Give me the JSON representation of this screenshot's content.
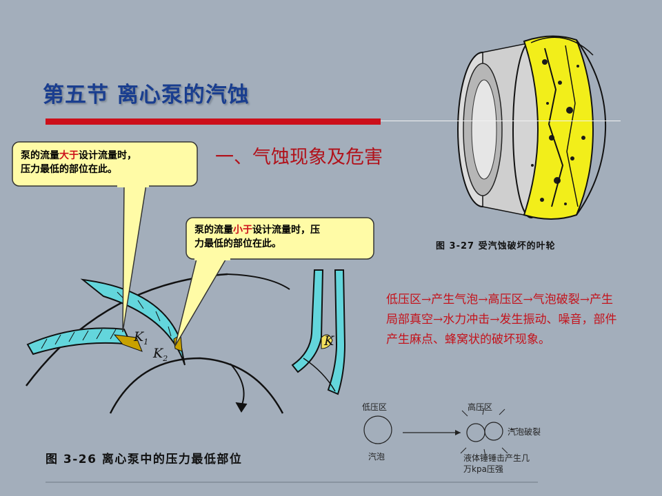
{
  "slide": {
    "title": "第五节   离心泵的汽蚀",
    "subtitle": "一、气蚀现象及危害",
    "callout_1": {
      "pre": "泵的流量",
      "highlight": "大于",
      "post": "设计流量时，",
      "line2": "压力最低的部位在此。"
    },
    "callout_2": {
      "pre": "泵的流量",
      "highlight": "小于",
      "post": "设计流量时，压",
      "line2": "力最低的部位在此。"
    },
    "cavitation_text": "低压区→产生气泡→高压区→气泡破裂→产生局部真空→水力冲击→发生振动、噪音，部件产生麻点、蜂窝状的破坏现象。",
    "fig26_caption": "图 3-26   离心泵中的压力最低部位",
    "fig27_caption": "图 3-27   受汽蚀破坏的叶轮",
    "labels": {
      "k1": "K",
      "k1_sub": "1",
      "k2": "K",
      "k2_sub": "2",
      "k": "K"
    },
    "bubble_diagram": {
      "low_pressure": "低压区",
      "high_pressure": "高压区",
      "bubble": "汽泡",
      "bubble_burst": "汽泡破裂",
      "hammer_line1": "液体锤锤击产生几",
      "hammer_line2": "万kpa压强"
    }
  },
  "colors": {
    "background": "#a3aebb",
    "title": "#1a3e8f",
    "accent_red": "#cc0f1a",
    "callout_fill": "#fffba6",
    "blade_cyan": "#63d6dc",
    "impeller_yellow": "#f2ee1a"
  }
}
